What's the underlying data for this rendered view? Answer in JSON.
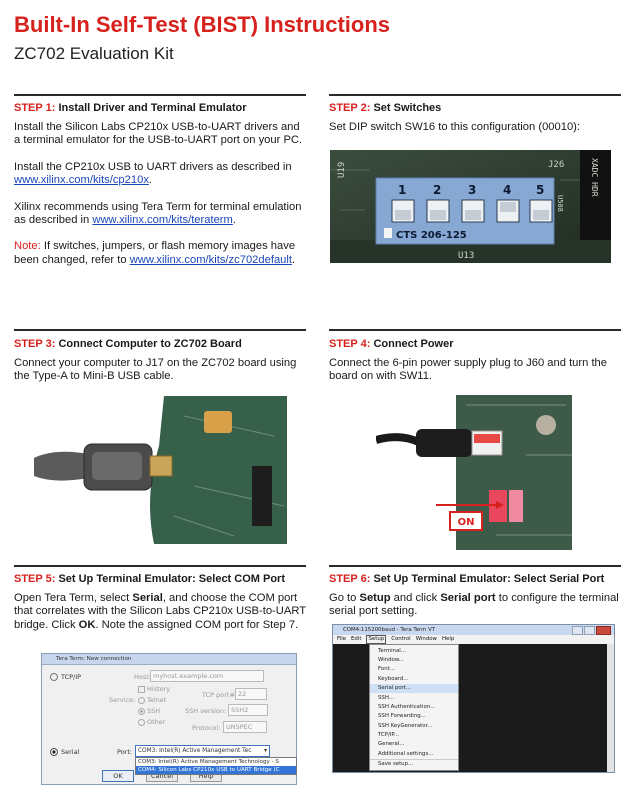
{
  "title": "Built-In Self-Test (BIST) Instructions",
  "subtitle": "ZC702 Evaluation Kit",
  "step1": {
    "num": "STEP 1:",
    "heading": "Install Driver and Terminal Emulator",
    "p1": "Install the Silicon Labs CP210x USB-to-UART drivers and a terminal emulator for the USB-to-UART port on your PC.",
    "p2_text": "Install the CP210x USB to UART drivers as described in ",
    "p2_link": "www.xilinx.com/kits/cp210x",
    "p2_end": ".",
    "p3_text": "Xilinx recommends using Tera Term for terminal emulation as described in ",
    "p3_link": "www.xilinx.com/kits/teraterm",
    "p3_end": ".",
    "note_label": "Note:",
    "note_text": " If switches, jumpers, or flash memory images have been changed, refer to ",
    "note_link": "www.xilinx.com/kits/zc702default",
    "note_end": "."
  },
  "step2": {
    "num": "STEP 2:",
    "heading": "Set Switches",
    "p1": "Set DIP switch SW16 to this configuration (00010):",
    "switch_numbers": [
      "1",
      "2",
      "3",
      "4",
      "5"
    ],
    "switch_label": "CTS 206-125",
    "board_labels": [
      "U19",
      "J26",
      "XADC HDR",
      "U13",
      "U508"
    ]
  },
  "step3": {
    "num": "STEP 3:",
    "heading": "Connect Computer to ZC702 Board",
    "p1": "Connect your computer to J17 on the ZC702 board using the Type-A to Mini-B USB cable."
  },
  "step4": {
    "num": "STEP 4:",
    "heading": "Connect Power",
    "p1": "Connect the 6-pin power supply plug to J60 and turn the board on with SW11.",
    "on_label": "ON"
  },
  "step5": {
    "num": "STEP 5:",
    "heading": "Set Up Terminal Emulator: Select COM Port",
    "p1_a": "Open Tera Term, select ",
    "p1_b": "Serial",
    "p1_c": ", and choose the COM port that correlates with the Silicon Labs CP210x USB-to-UART bridge. Click ",
    "p1_d": "OK",
    "p1_e": ". Note the assigned COM port for Step 7.",
    "dialog": {
      "title": "Tera Term: New connection",
      "tcpip": "TCP/IP",
      "host_label": "Host:",
      "host_value": "myhost.example.com",
      "history": "History",
      "service": "Service:",
      "telnet": "Telnet",
      "tcp_port_label": "TCP port#:",
      "tcp_port_value": "22",
      "ssh": "SSH",
      "ssh_version_label": "SSH version:",
      "ssh_version_value": "SSH2",
      "other": "Other",
      "protocol_label": "Protocol:",
      "protocol_value": "UNSPEC",
      "serial": "Serial",
      "port_label": "Port:",
      "port_value": "COM3: Intel(R) Active Management Tec",
      "options": [
        "COM3: Intel(R) Active Management Technology - S",
        "COM4: Silicon Labs CP210x USB to UART Bridge (C"
      ],
      "ok": "OK",
      "cancel": "Cancel",
      "help": "Help"
    }
  },
  "step6": {
    "num": "STEP 6:",
    "heading": "Set Up Terminal Emulator: Select Serial Port",
    "p1_a": "Go to ",
    "p1_b": "Setup",
    "p1_c": " and click ",
    "p1_d": "Serial port",
    "p1_e": " to configure the terminal serial port setting.",
    "window": {
      "title": "COM4:115200baud - Tera Term VT",
      "menu": [
        "File",
        "Edit",
        "Setup",
        "Control",
        "Window",
        "Help"
      ],
      "setup_items": [
        "Terminal...",
        "Window...",
        "Font...",
        "Keyboard...",
        "Serial port...",
        "SSH...",
        "SSH Authentication...",
        "SSH Forwarding...",
        "SSH KeyGenerator...",
        "TCP/IP...",
        "General...",
        "Additional settings...",
        "Save setup..."
      ]
    }
  },
  "colors": {
    "accent": "#d6211c",
    "link": "#1a47b8",
    "board": "#2f4f3a"
  }
}
